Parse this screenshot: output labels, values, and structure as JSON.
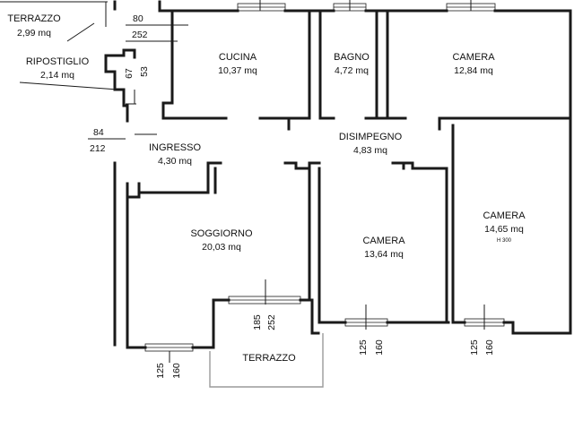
{
  "rooms": {
    "terrazzo_top": {
      "name": "TERRAZZO",
      "area": "2,99 mq"
    },
    "ripostiglio": {
      "name": "RIPOSTIGLIO",
      "area": "2,14 mq"
    },
    "cucina": {
      "name": "CUCINA",
      "area": "10,37 mq"
    },
    "bagno": {
      "name": "BAGNO",
      "area": "4,72 mq"
    },
    "camera_ne": {
      "name": "CAMERA",
      "area": "12,84 mq"
    },
    "disimpegno": {
      "name": "DISIMPEGNO",
      "area": "4,83 mq"
    },
    "ingresso": {
      "name": "INGRESSO",
      "area": "4,30 mq"
    },
    "soggiorno": {
      "name": "SOGGIORNO",
      "area": "20,03 mq"
    },
    "camera_mid": {
      "name": "CAMERA",
      "area": "13,64 mq"
    },
    "camera_se": {
      "name": "CAMERA",
      "area": "14,65 mq",
      "height_note": "H 300"
    },
    "terrazzo_bottom": {
      "name": "TERRAZZO"
    }
  },
  "dimensions": {
    "top_door": {
      "width": "80",
      "height": "252"
    },
    "ripostiglio_door": {
      "width": "67",
      "height": "53"
    },
    "entrance_door": {
      "width": "84",
      "height": "212"
    },
    "terrace_door": {
      "width": "185",
      "height": "252"
    },
    "soggiorno_window": {
      "width": "125",
      "height": "160"
    },
    "camera_mid_window": {
      "width": "125",
      "height": "160"
    },
    "camera_se_window": {
      "width": "125",
      "height": "160"
    }
  }
}
